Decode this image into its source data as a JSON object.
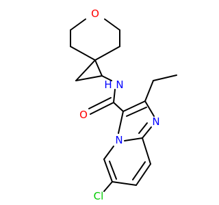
{
  "molecule": {
    "atoms": [
      {
        "id": "O1",
        "label": "O",
        "color": "#ff0000"
      },
      {
        "id": "N_amide",
        "label": "N",
        "color": "#0000ff"
      },
      {
        "id": "H_amide",
        "label": "H",
        "color": "#0000ff"
      },
      {
        "id": "O_carbonyl",
        "label": "O",
        "color": "#ff0000"
      },
      {
        "id": "N_bridge",
        "label": "N",
        "color": "#0000ff"
      },
      {
        "id": "N_imidazole",
        "label": "N",
        "color": "#0000ff"
      },
      {
        "id": "Cl",
        "label": "Cl",
        "color": "#00cc00"
      }
    ],
    "colors": {
      "bond": "#000000",
      "oxygen": "#ff0000",
      "nitrogen": "#0000ff",
      "chlorine": "#00cc00"
    }
  }
}
